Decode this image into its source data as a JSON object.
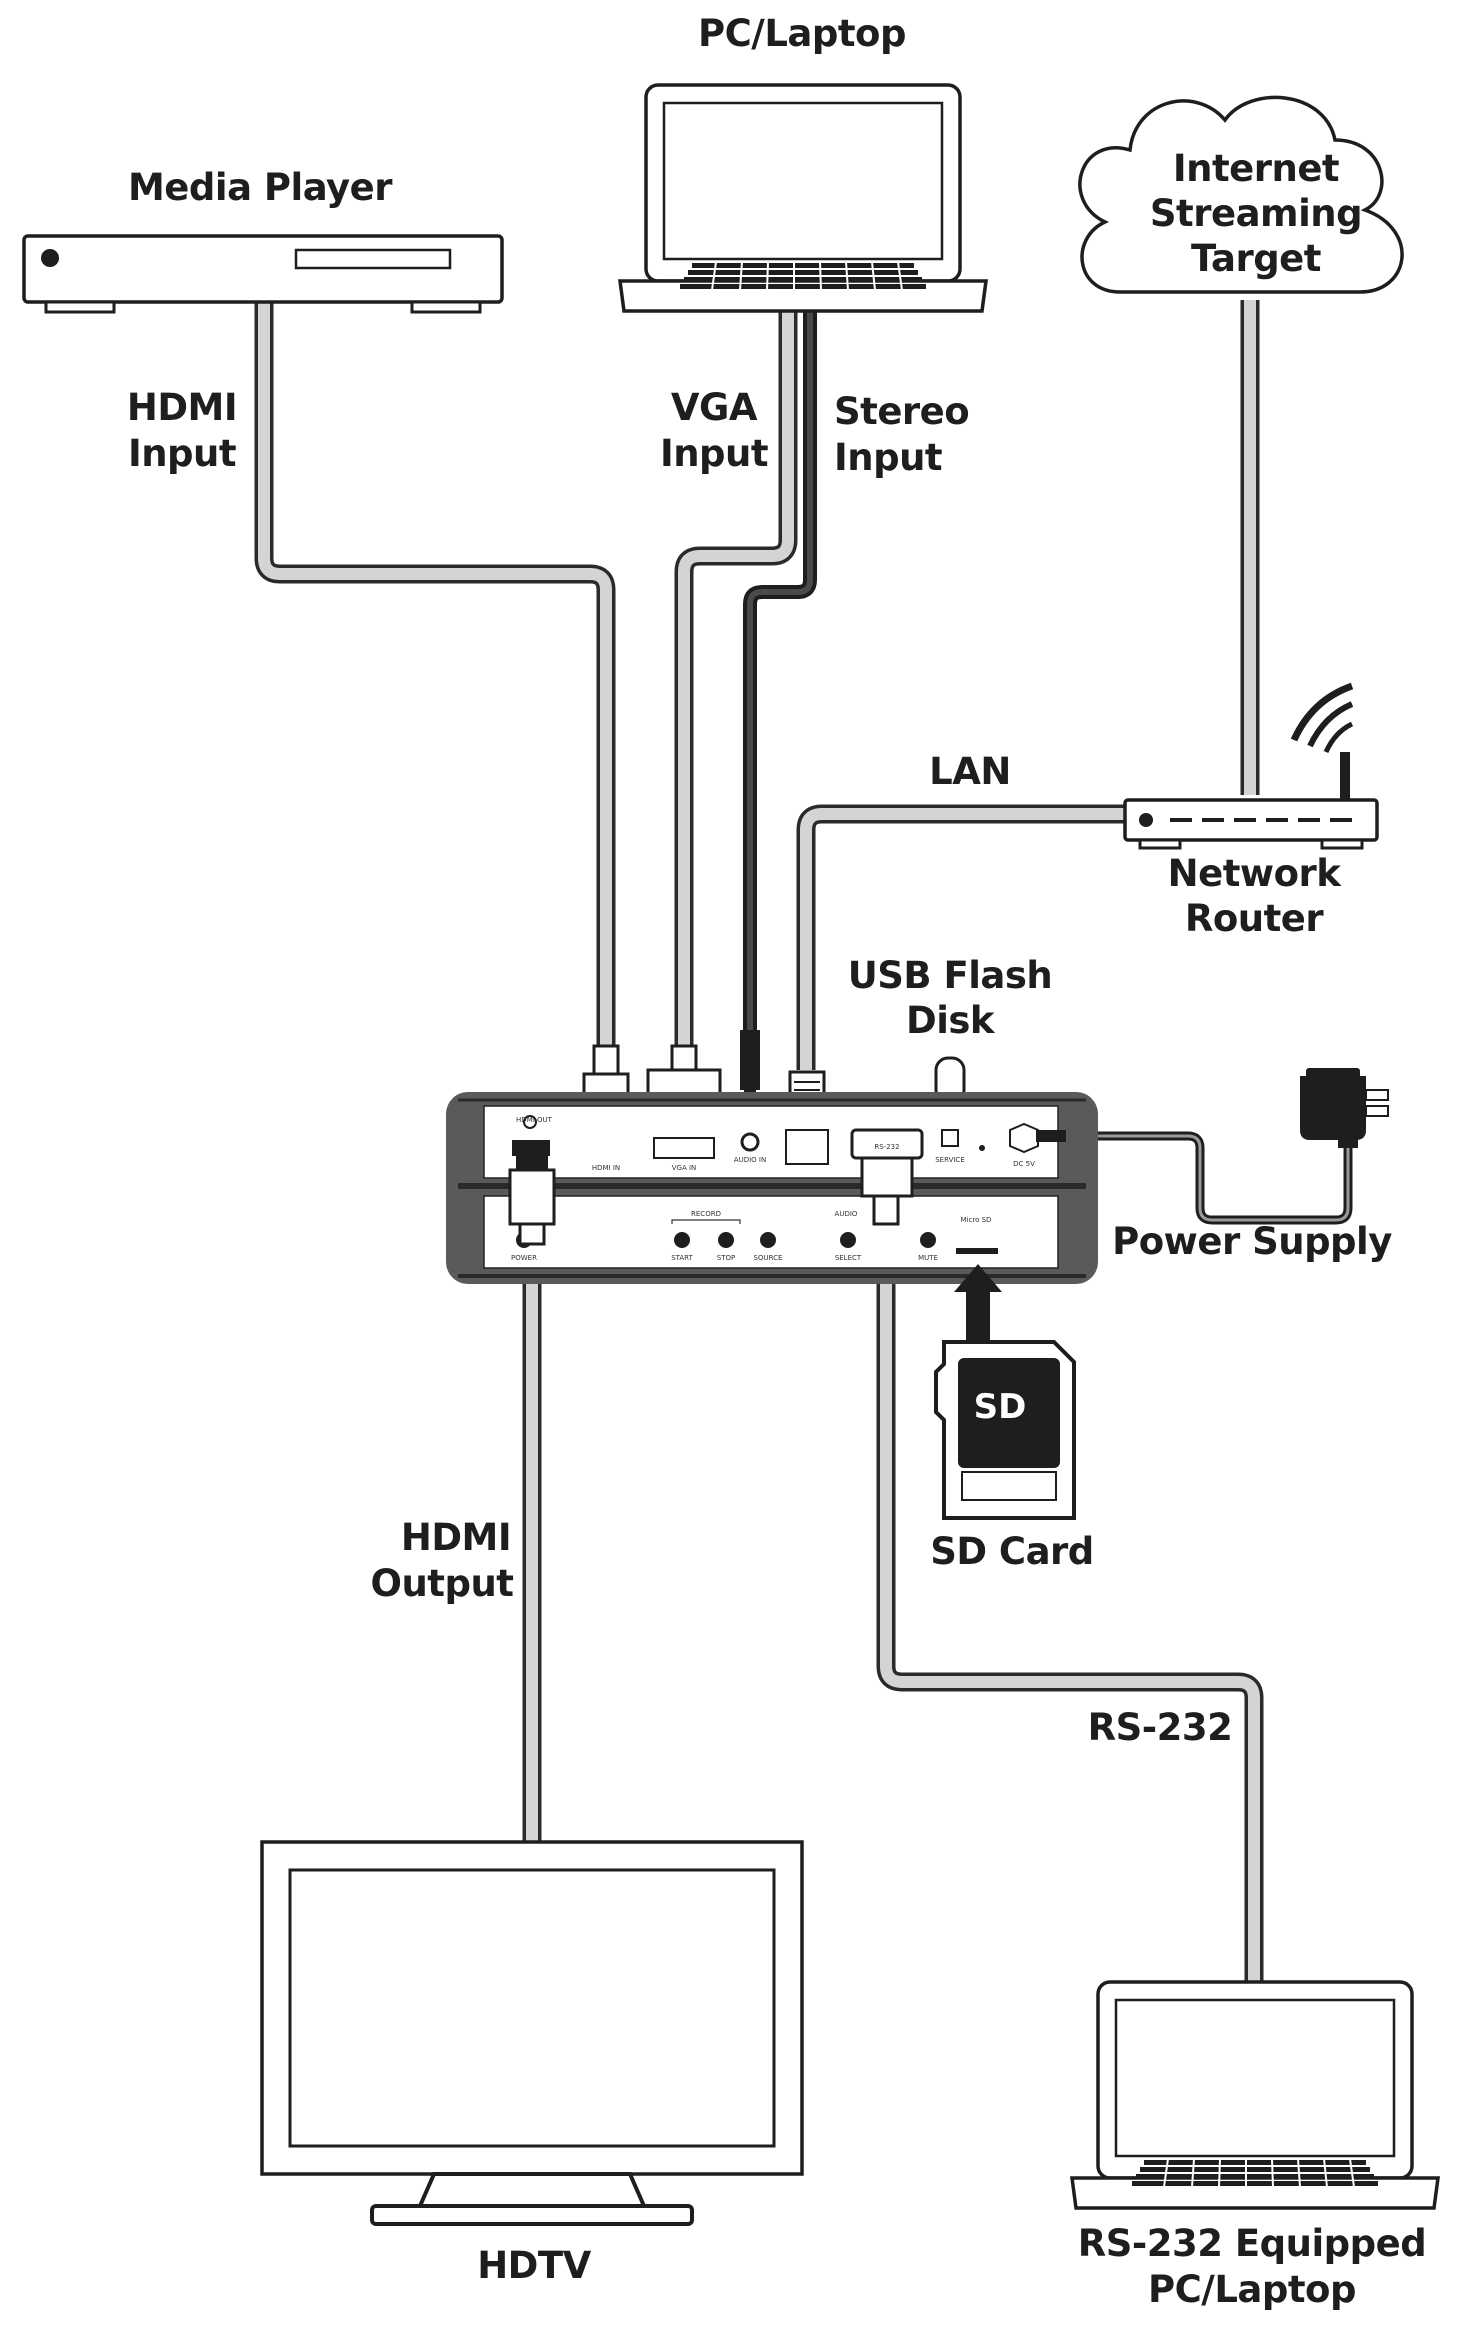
{
  "devices": {
    "pc_laptop": "PC/Laptop",
    "media_player": "Media Player",
    "internet_target": [
      "Internet",
      "Streaming",
      "Target"
    ],
    "network_router": [
      "Network",
      "Router"
    ],
    "usb_flash_disk": [
      "USB Flash",
      "Disk"
    ],
    "power_supply": "Power Supply",
    "sd_card": "SD Card",
    "sd_card_face": "SD",
    "hdtv": "HDTV",
    "rs232_pc": [
      "RS-232 Equipped",
      "PC/Laptop"
    ]
  },
  "connections": {
    "hdmi_input": [
      "HDMI",
      "Input"
    ],
    "vga_input": [
      "VGA",
      "Input"
    ],
    "stereo_input": [
      "Stereo",
      "Input"
    ],
    "lan": "LAN",
    "hdmi_output": [
      "HDMI",
      "Output"
    ],
    "rs232": "RS-232"
  },
  "panel_labels": {
    "hdmi_in": "HDMI IN",
    "vga_in": "VGA IN",
    "audio_in": "AUDIO IN",
    "service": "SERVICE",
    "dc": "DC 5V",
    "hdmi_out": "HDMI OUT",
    "power": "POWER",
    "record": "RECORD",
    "start": "START",
    "stop": "STOP",
    "source": "SOURCE",
    "audio": "AUDIO",
    "select": "SELECT",
    "mute": "MUTE",
    "rs232": "RS-232",
    "micro_sd": "Micro SD"
  }
}
